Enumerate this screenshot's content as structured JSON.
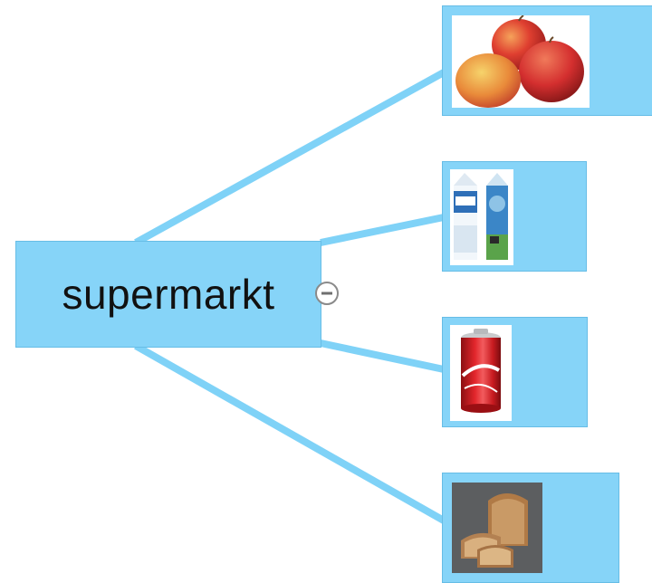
{
  "central": {
    "label": "supermarkt"
  },
  "branches": [
    {
      "id": "apples",
      "image": "apples-photo"
    },
    {
      "id": "milk",
      "image": "milk-cartons-photo"
    },
    {
      "id": "cola",
      "image": "coca-cola-can-photo"
    },
    {
      "id": "bread",
      "image": "sliced-bread-photo"
    }
  ],
  "colors": {
    "node_fill": "#86d4f8",
    "connector": "#7fd2f7",
    "text": "#111111"
  },
  "icons": {
    "collapse": "minus-circle-icon"
  }
}
